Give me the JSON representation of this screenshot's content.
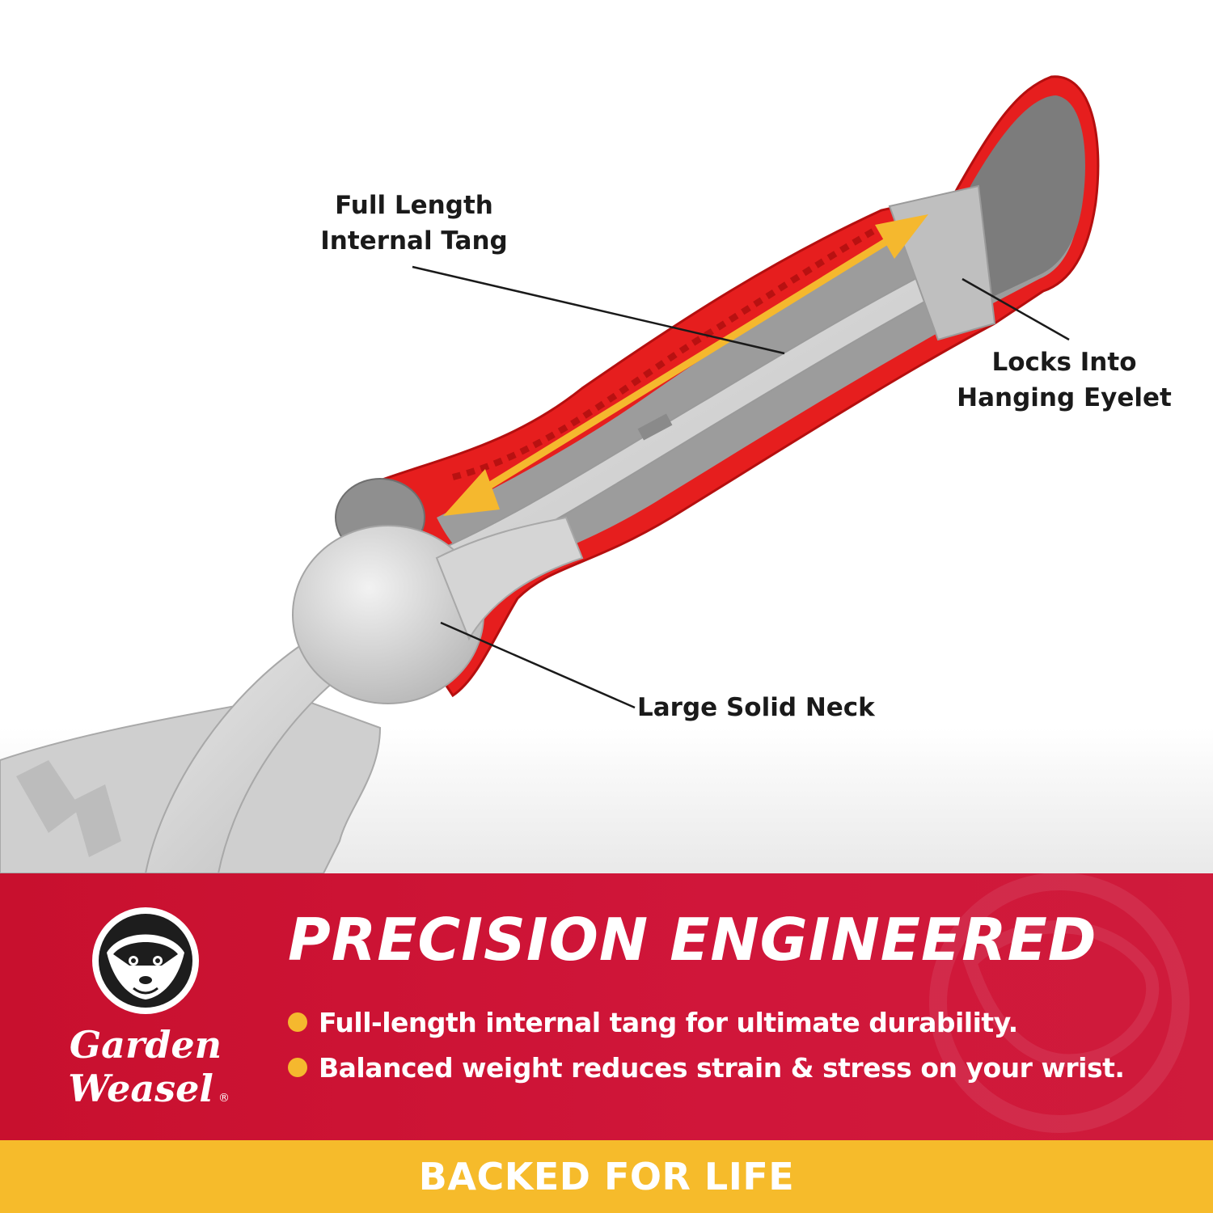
{
  "callouts": {
    "tang": {
      "line1": "Full Length",
      "line2": "Internal Tang"
    },
    "eyelet": {
      "line1": "Locks Into",
      "line2": "Hanging Eyelet"
    },
    "neck": {
      "line1": "Large Solid Neck"
    }
  },
  "banner": {
    "headline": "PRECISION ENGINEERED",
    "bullets": [
      "Full-length internal tang for ultimate durability.",
      "Balanced weight reduces strain & stress on your wrist."
    ],
    "brand": {
      "line1": "Garden",
      "line2": "Weasel",
      "trademark": "®"
    }
  },
  "footer": {
    "text": "BACKED FOR LIFE"
  },
  "colors": {
    "banner_red": "#c8102e",
    "accent_yellow": "#f5b82e",
    "grip_red": "#e61e1e",
    "metal_gray": "#d6d6d6"
  }
}
